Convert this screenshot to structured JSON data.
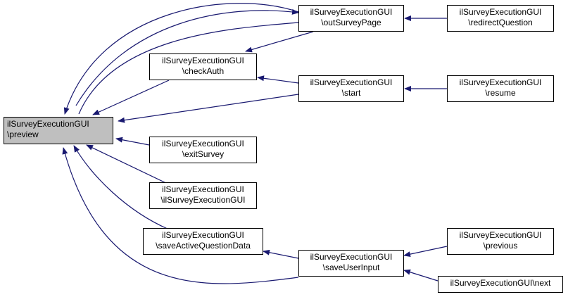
{
  "nodes": {
    "preview": {
      "line1": "ilSurveyExecutionGUI",
      "line2": "\\preview"
    },
    "outSurveyPage": {
      "line1": "ilSurveyExecutionGUI",
      "line2": "\\outSurveyPage"
    },
    "redirectQuestion": {
      "line1": "ilSurveyExecutionGUI",
      "line2": "\\redirectQuestion"
    },
    "checkAuth": {
      "line1": "ilSurveyExecutionGUI",
      "line2": "\\checkAuth"
    },
    "start": {
      "line1": "ilSurveyExecutionGUI",
      "line2": "\\start"
    },
    "resume": {
      "line1": "ilSurveyExecutionGUI",
      "line2": "\\resume"
    },
    "exitSurvey": {
      "line1": "ilSurveyExecutionGUI",
      "line2": "\\exitSurvey"
    },
    "constructor": {
      "line1": "ilSurveyExecutionGUI",
      "line2": "\\ilSurveyExecutionGUI"
    },
    "saveActive": {
      "line1": "ilSurveyExecutionGUI",
      "line2": "\\saveActiveQuestionData"
    },
    "saveUserInput": {
      "line1": "ilSurveyExecutionGUI",
      "line2": "\\saveUserInput"
    },
    "previous": {
      "line1": "ilSurveyExecutionGUI",
      "line2": "\\previous"
    },
    "next": {
      "line1": "ilSurveyExecutionGUI\\next",
      "line2": ""
    }
  },
  "colors": {
    "edge": "#191970",
    "root_fill": "#bfbfbf",
    "node_fill": "#ffffff"
  }
}
